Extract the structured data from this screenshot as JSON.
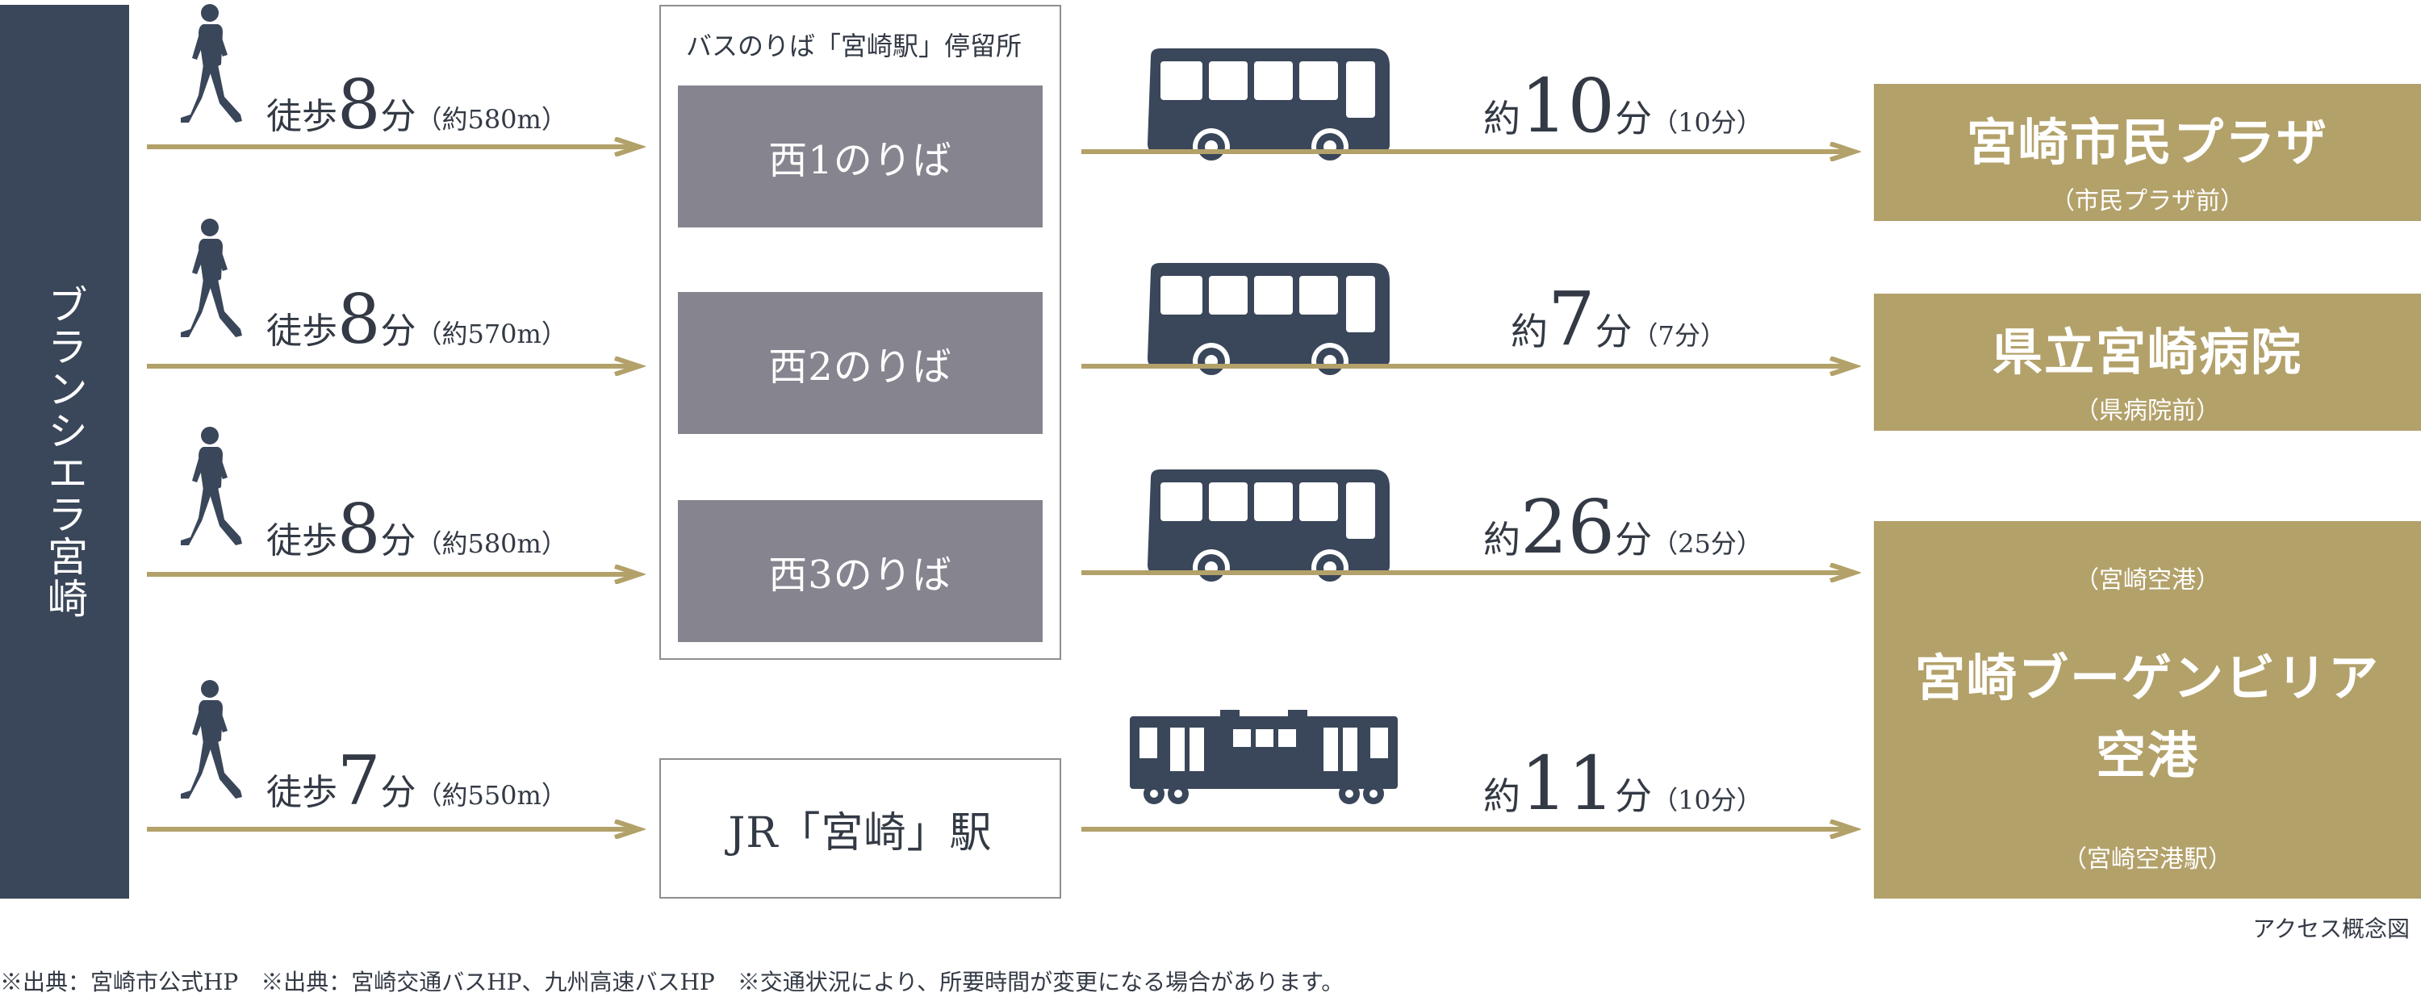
{
  "origin": {
    "name": "ブランシエラ宮崎"
  },
  "walk_routes": [
    {
      "label": "徒歩",
      "minutes": "8",
      "unit": "分",
      "distance": "（約580m）"
    },
    {
      "label": "徒歩",
      "minutes": "8",
      "unit": "分",
      "distance": "（約570m）"
    },
    {
      "label": "徒歩",
      "minutes": "8",
      "unit": "分",
      "distance": "（約580m）"
    },
    {
      "label": "徒歩",
      "minutes": "7",
      "unit": "分",
      "distance": "（約550m）"
    }
  ],
  "bus_stop": {
    "title": "バスのりば「宮崎駅」停留所",
    "platforms": [
      "西1のりば",
      "西2のりば",
      "西3のりば"
    ]
  },
  "station": {
    "name": "JR「宮崎」駅"
  },
  "ride_times": [
    {
      "prefix": "約",
      "minutes": "10",
      "unit": "分",
      "note": "（10分）",
      "vehicle": "bus-icon"
    },
    {
      "prefix": "約",
      "minutes": "7",
      "unit": "分",
      "note": "（7分）",
      "vehicle": "bus-icon"
    },
    {
      "prefix": "約",
      "minutes": "26",
      "unit": "分",
      "note": "（25分）",
      "vehicle": "bus-icon"
    },
    {
      "prefix": "約",
      "minutes": "11",
      "unit": "分",
      "note": "（10分）",
      "vehicle": "train-icon"
    }
  ],
  "destinations": [
    {
      "name": "宮崎市民プラザ",
      "sub": "（市民プラザ前）"
    },
    {
      "name": "県立宮崎病院",
      "sub": "（県病院前）"
    },
    {
      "sub_top": "（宮崎空港）",
      "name_line1": "宮崎ブーゲンビリア",
      "name_line2": "空港",
      "sub": "（宮崎空港駅）"
    }
  ],
  "caption": "アクセス概念図",
  "footnote": "※出典：宮崎市公式HP　※出典：宮崎交通バスHP、九州高速バスHP　※交通状況により、所要時間が変更になる場合があります。",
  "colors": {
    "navy": "#3a4659",
    "gold": "#b3a16a",
    "gray": "#85848f",
    "arrow": "#b3a16a"
  }
}
